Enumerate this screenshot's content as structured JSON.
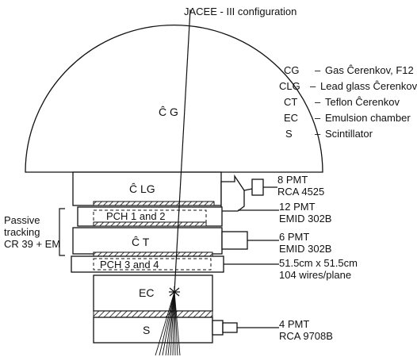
{
  "title": "JACEE - III configuration",
  "detectors": {
    "cg": "Ĉ G",
    "clg": "Ĉ LG",
    "pch12": "PCH 1 and 2",
    "ct": "Ĉ T",
    "pch34": "PCH 3 and 4",
    "ec": "EC",
    "s": "S"
  },
  "legend": [
    {
      "abbr": "CG",
      "desc": "Gas Ĉerenkov, F12"
    },
    {
      "abbr": "CLG",
      "desc": "Lead glass Ĉerenkov"
    },
    {
      "abbr": "CT",
      "desc": "Teflon Ĉerenkov"
    },
    {
      "abbr": "EC",
      "desc": "Emulsion chamber"
    },
    {
      "abbr": "S",
      "desc": "Scintillator"
    }
  ],
  "passive": [
    "Passive",
    "tracking",
    "CR 39 + EM"
  ],
  "annotations": [
    {
      "line1": "8 PMT",
      "line2": "RCA 4525"
    },
    {
      "line1": "12 PMT",
      "line2": "EMID 302B"
    },
    {
      "line1": "6 PMT",
      "line2": "EMID 302B"
    },
    {
      "line1": "51.5cm x 51.5cm",
      "line2": "104 wires/plane"
    },
    {
      "line1": "4 PMT",
      "line2": "RCA 9708B"
    }
  ]
}
